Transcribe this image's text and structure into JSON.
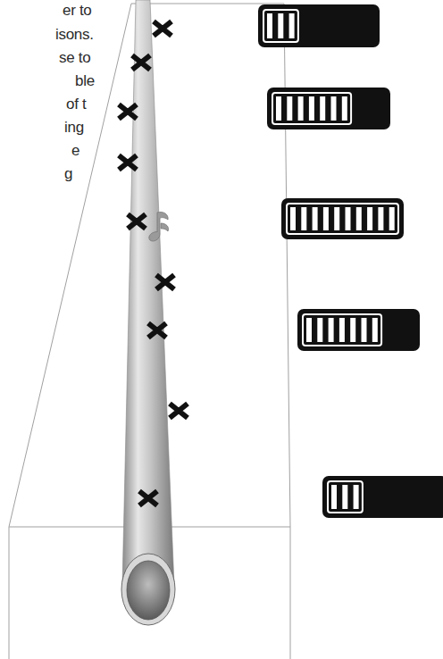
{
  "diagram": {
    "labels": [
      "er to",
      "isons.",
      "se to",
      "ble",
      "of t",
      "ing",
      "e",
      "g"
    ]
  }
}
